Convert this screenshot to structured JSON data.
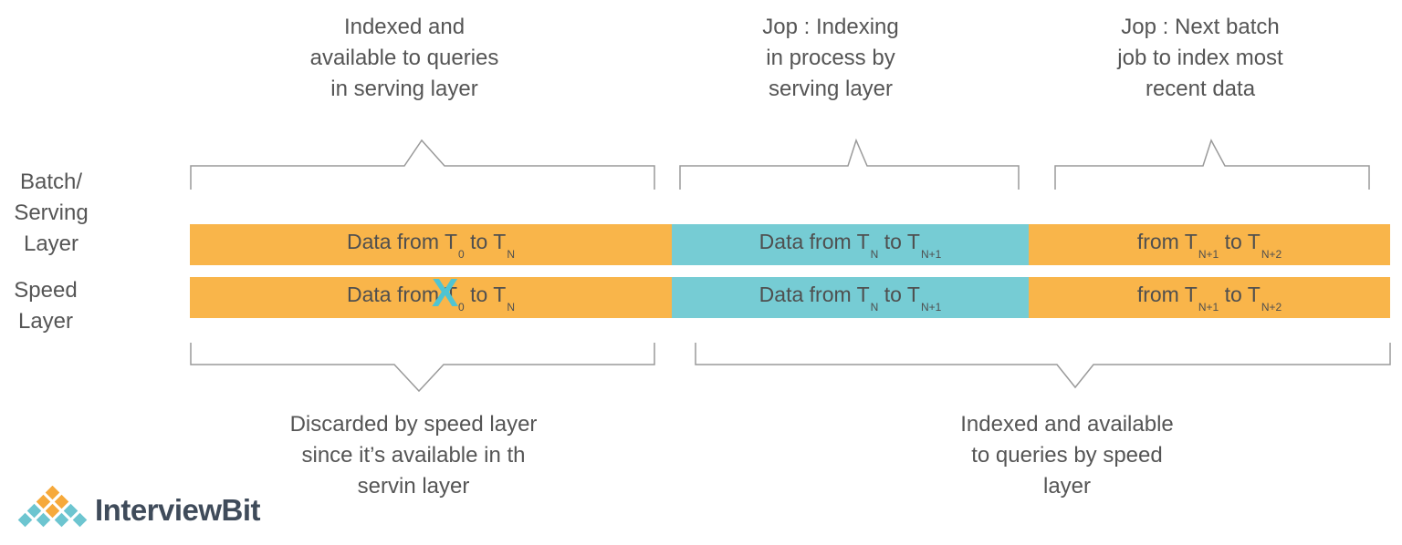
{
  "colors": {
    "orange": "#f9b54a",
    "teal": "#76ccd4",
    "text": "#555555",
    "bracket": "#9a9a9a",
    "cross": "#4fc4d2",
    "logo_text": "#3f4b5a"
  },
  "top_notes": [
    {
      "text": "Indexed and\navailable to queries\nin serving layer"
    },
    {
      "text": "Jop : Indexing\nin process by\nserving layer"
    },
    {
      "text": "Jop : Next batch\njob to index most\nrecent data"
    }
  ],
  "bottom_notes": [
    {
      "text": "Discarded by speed layer\nsince it’s available in th\nservin layer"
    },
    {
      "text": "Indexed and available\nto queries by speed\nlayer"
    }
  ],
  "layers": {
    "batch": "Batch/\nServing\nLayer",
    "speed": "Speed\nLayer"
  },
  "rows": {
    "batch": [
      {
        "pre": "Data from T",
        "sub1": "0",
        "mid": " to T",
        "sub2": "N"
      },
      {
        "pre": "Data from T",
        "sub1": "N",
        "mid": " to T",
        "sub2": "N+1"
      },
      {
        "pre": "from T",
        "sub1": "N+1",
        "mid": " to T",
        "sub2": "N+2"
      }
    ],
    "speed": [
      {
        "pre": "Data from T",
        "sub1": "0",
        "mid": " to T",
        "sub2": "N"
      },
      {
        "pre": "Data from T",
        "sub1": "N",
        "mid": " to T",
        "sub2": "N+1"
      },
      {
        "pre": "from T",
        "sub1": "N+1",
        "mid": " to T",
        "sub2": "N+2"
      }
    ]
  },
  "cross_mark": "X",
  "logo": {
    "text": "InterviewBit",
    "icon": "interviewbit-diamond-logo"
  }
}
